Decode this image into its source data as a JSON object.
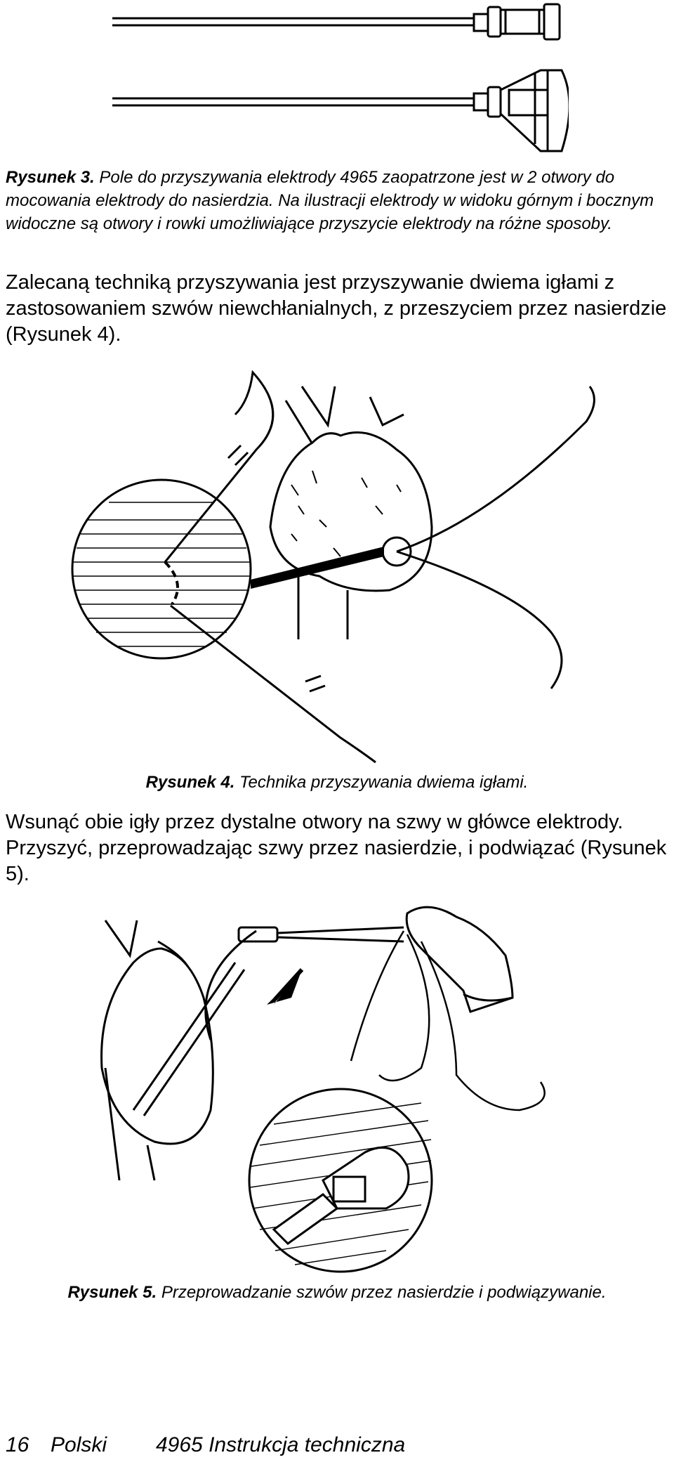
{
  "figure3": {
    "caption_label": "Rysunek 3.",
    "caption_text": "Pole do przyszywania elektrody 4965 zaopatrzone jest w 2 otwory do mocowania elektrody do nasierdzia. Na ilustracji elektrody w widoku górnym i bocznym widoczne są otwory i rowki umożliwiające przyszycie elektrody na różne sposoby."
  },
  "paragraph1": "Zalecaną techniką przyszywania jest przyszywanie dwiema igłami z zastosowaniem szwów niewchłanialnych, z przeszyciem przez nasierdzie (Rysunek 4).",
  "figure4": {
    "caption_label": "Rysunek 4.",
    "caption_text": "Technika przyszywania dwiema igłami."
  },
  "paragraph2": "Wsunąć obie igły przez dystalne otwory na szwy w główce elektrody. Przyszyć, przeprowadzając szwy przez nasierdzie, i podwiązać (Rysunek 5).",
  "figure5": {
    "caption_label": "Rysunek 5.",
    "caption_text": "Przeprowadzanie szwów przez nasierdzie i podwiązywanie."
  },
  "footer": {
    "page_number": "16",
    "language": "Polski",
    "doc_title": "4965 Instrukcja techniczna"
  }
}
